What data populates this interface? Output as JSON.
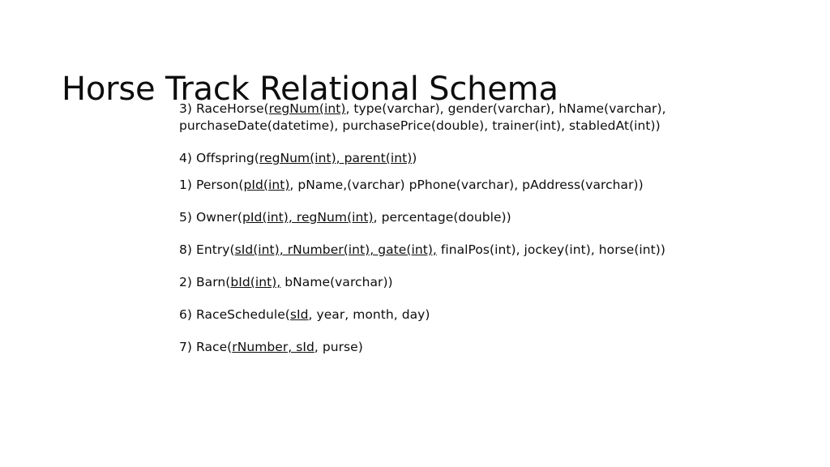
{
  "slide": {
    "title": "Horse Track Relational Schema",
    "background_color": "#ffffff",
    "text_color": "#0d0d0d"
  },
  "schema": {
    "lines": [
      {
        "id": "racehorse",
        "number": "3)",
        "relation": "RaceHorse",
        "prefix": "3) RaceHorse(",
        "key": "regNum(int)",
        "suffix": ", type(varchar), gender(varchar), hName(varchar), purchaseDate(datetime), purchasePrice(double), trainer(int), stabledAt(int))",
        "full_text": "3) RaceHorse(regNum(int), type(varchar), gender(varchar), hName(varchar), purchaseDate(datetime), purchasePrice(double), trainer(int), stabledAt(int))"
      },
      {
        "id": "offspring",
        "number": "4)",
        "relation": "Offspring",
        "prefix": "4) Offspring(",
        "key": "regNum(int), parent(int)",
        "suffix": ")",
        "full_text": "4) Offspring(regNum(int), parent(int))"
      },
      {
        "id": "person",
        "number": "1)",
        "relation": "Person",
        "prefix": "1) Person(",
        "key": "pId(int)",
        "suffix": ", pName,(varchar) pPhone(varchar), pAddress(varchar))",
        "full_text": "1) Person(pId(int), pName,(varchar) pPhone(varchar), pAddress(varchar))"
      },
      {
        "id": "owner",
        "number": "5)",
        "relation": "Owner",
        "prefix": "5) Owner(",
        "key": "pId(int), regNum(int)",
        "suffix": ", percentage(double))",
        "full_text": "5) Owner(pId(int), regNum(int), percentage(double))"
      },
      {
        "id": "entry",
        "number": "8)",
        "relation": "Entry",
        "prefix": "8) Entry(",
        "key": "sId(int), rNumber(int), gate(int),",
        "suffix": " finalPos(int), jockey(int), horse(int))",
        "full_text": "8) Entry(sId(int), rNumber(int), gate(int), finalPos(int), jockey(int), horse(int))"
      },
      {
        "id": "barn",
        "number": "2)",
        "relation": "Barn",
        "prefix": "2) Barn(",
        "key": "bId(int),",
        "suffix": " bName(varchar))",
        "full_text": "2) Barn(bId(int), bName(varchar))"
      },
      {
        "id": "raceschedule",
        "number": "6)",
        "relation": "RaceSchedule",
        "prefix": "6) RaceSchedule(",
        "key": "sId",
        "suffix": ", year, month, day)",
        "full_text": "6) RaceSchedule(sId, year, month, day)"
      },
      {
        "id": "race",
        "number": "7)",
        "relation": "Race",
        "prefix": "7) Race(",
        "key": "rNumber, sId",
        "suffix": ", purse)",
        "full_text": "7) Race(rNumber, sId, purse)"
      }
    ]
  }
}
